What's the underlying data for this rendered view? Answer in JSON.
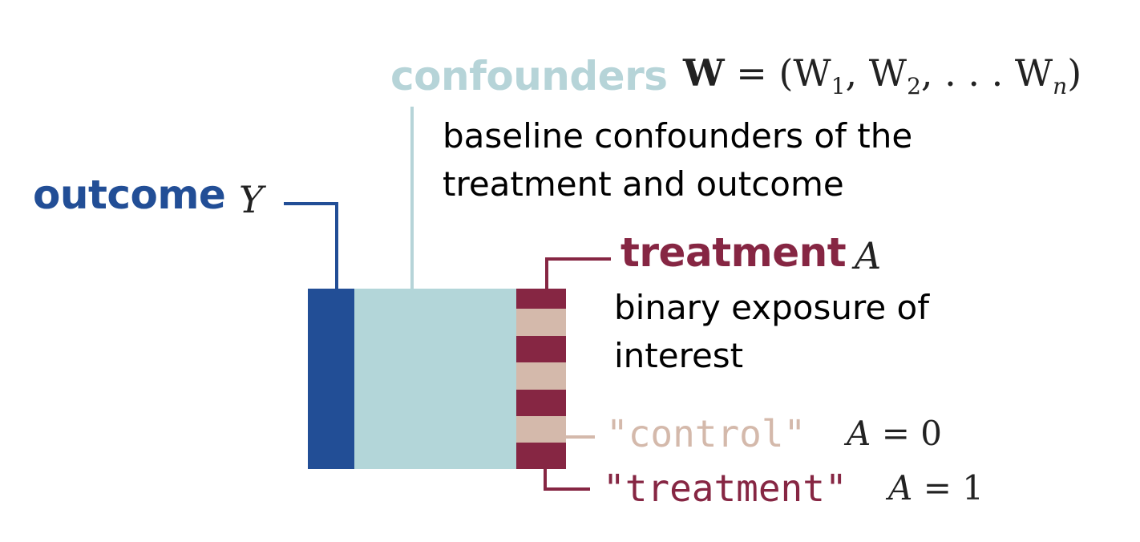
{
  "colors": {
    "outcome": "#224e96",
    "confounders_label": "#b6d4d8",
    "confounders_block": "#b3d6d9",
    "treatment": "#862643",
    "control": "#d4b9ab",
    "text": "#000000"
  },
  "confounders": {
    "label": "confounders",
    "math_symbol": "W",
    "math_rest": "= (W",
    "math_1": "1",
    "math_sep1": ", W",
    "math_2": "2",
    "math_sep2": ", . . . W",
    "math_n": "n",
    "math_close": ")",
    "description_line1": "baseline confounders of the",
    "description_line2": "treatment and outcome"
  },
  "outcome": {
    "label": "outcome",
    "math_symbol": "Y"
  },
  "treatment": {
    "label": "treatment",
    "math_symbol": "A",
    "description_line1": "binary exposure of",
    "description_line2": "interest"
  },
  "control_value": {
    "label": "\"control\"",
    "math_var": "A",
    "math_eq": "= 0"
  },
  "treatment_value": {
    "label": "\"treatment\"",
    "math_var": "A",
    "math_eq": "= 1"
  }
}
